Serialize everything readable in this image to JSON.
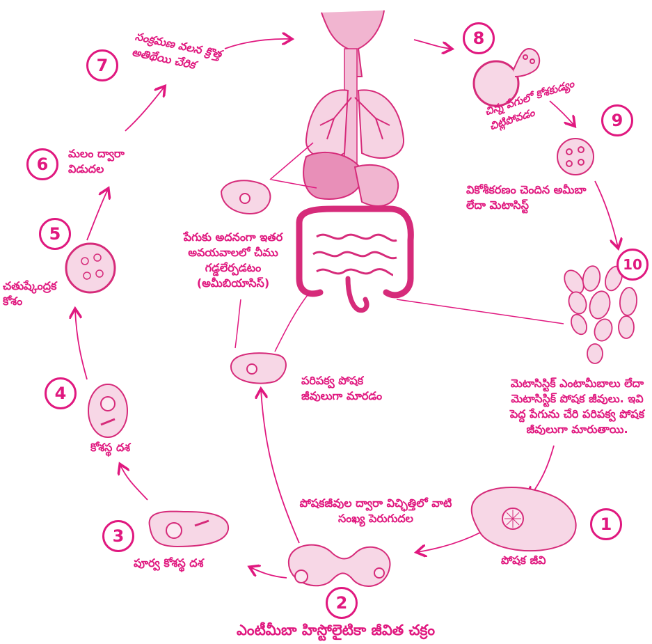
{
  "title": "ఎంటీమీబా హిస్టోలైటికా జీవిత చక్రం",
  "accent_color": "#e0187f",
  "steps": [
    {
      "number": "1",
      "label": "పోషక జీవి"
    },
    {
      "number": "2",
      "label": "పోషకజీవుల ద్వారా విచ్ఛిత్తిలో వాటి సంఖ్య పెరుగుదల"
    },
    {
      "number": "3",
      "label": "పూర్వ కోశస్థ దశ"
    },
    {
      "number": "4",
      "label": "కోశస్థ దశ"
    },
    {
      "number": "5",
      "label": "చతుష్కేంద్రక కోశం"
    },
    {
      "number": "6",
      "label": "మలం ద్వారా విడుదల"
    },
    {
      "number": "7",
      "label": "సంక్రమణ వలన క్రొత్త అతిథేయి చేరిక"
    },
    {
      "number": "8",
      "label": "చిన్న పేగులో కోశకుడ్యం చిట్లిపోవడం"
    },
    {
      "number": "9",
      "label": "వికోశీకరణం చెందిన అమీబా లేదా మెటాసిస్ట్"
    },
    {
      "number": "10",
      "label": "మెటాసిస్టిక్ ఎంటామీబాలు లేదా మెటాసిస్టిక్ పోషక జీవులు. ఇవి పెద్ద పేగును చేరి పరిపక్వ పోషక జీవులుగా మారుతాయి."
    }
  ],
  "annotations": {
    "mature": "పరిపక్వ పోషక జీవులుగా మారడం",
    "amoebiasis": "పేగుకు అదనంగా ఇతర అవయవాలలో చీము గడ్డలేర్పడటం (అమీబియాసిస్)"
  }
}
